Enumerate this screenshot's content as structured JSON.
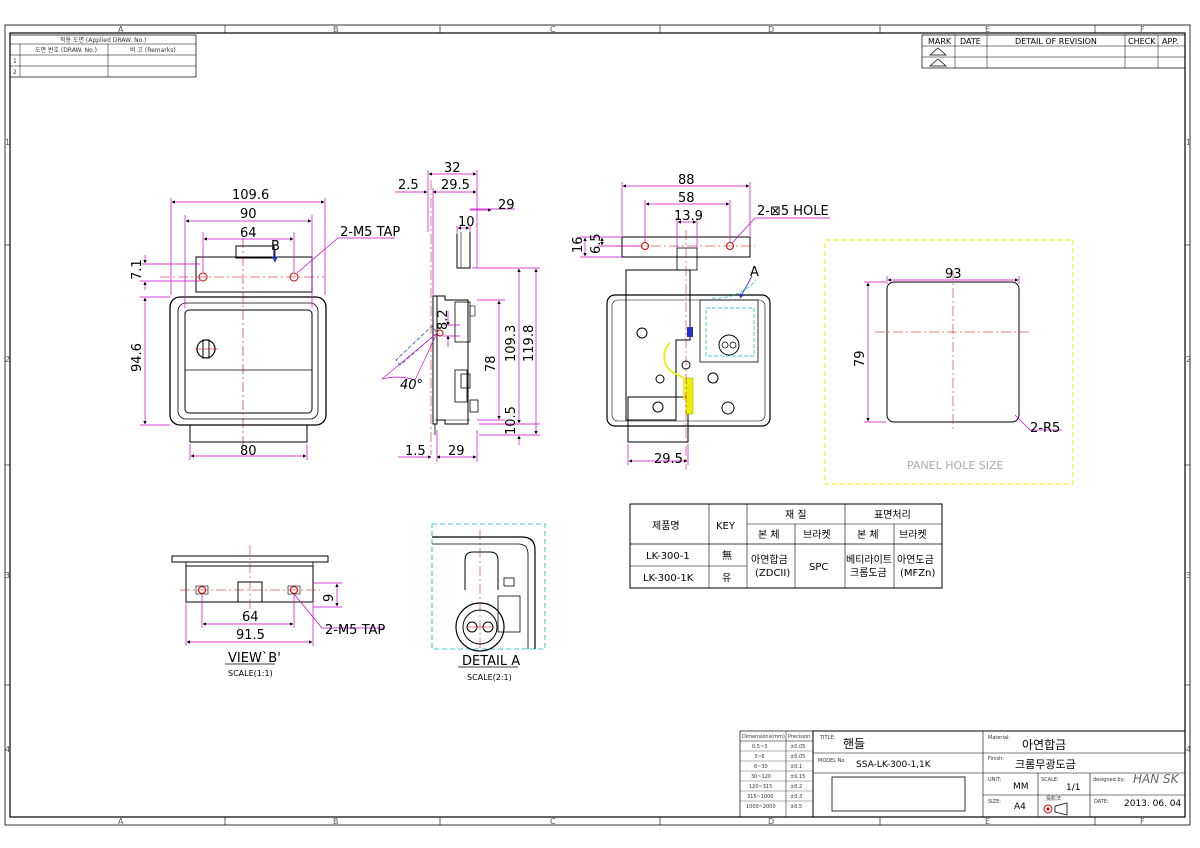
{
  "border": {
    "cols": [
      "A",
      "B",
      "C",
      "D",
      "E",
      "F"
    ],
    "rows": [
      "1",
      "2",
      "3",
      "4"
    ]
  },
  "applied": {
    "title": "적용 도면 (Applied DRAW. No.)",
    "col1": "도면 번호 (DRAW. No.)",
    "col2": "비 고 (Remarks)",
    "rows": [
      "1",
      "2"
    ]
  },
  "revision": {
    "headers": [
      "MARK",
      "DATE",
      "DETAIL OF REVISION",
      "CHECK",
      "APP."
    ]
  },
  "dims": {
    "front": {
      "w1": "109.6",
      "w2": "90",
      "w3": "64",
      "w4": "80",
      "h1": "7.1",
      "h2": "94.6",
      "tap": "2-M5 TAP",
      "view": "B"
    },
    "side": {
      "d1": "32",
      "d2": "2.5",
      "d3": "29.5",
      "d4": "29",
      "d5": "10",
      "d6": "8.2",
      "d7": "78",
      "d8": "109.3",
      "d9": "119.8",
      "d10": "10.5",
      "d11": "1.5",
      "d12": "29",
      "angle": "40°"
    },
    "rear": {
      "w1": "88",
      "w2": "58",
      "w3": "13.9",
      "h1": "16",
      "h2": "6.5",
      "hole": "2-⊠5 HOLE",
      "w4": "29.5",
      "detail": "A"
    },
    "panel": {
      "w": "93",
      "h": "79",
      "r": "2-R5",
      "label": "PANEL HOLE SIZE"
    },
    "viewb": {
      "w1": "64",
      "w2": "91.5",
      "h": "9",
      "tap": "2-M5 TAP",
      "title": "VIEW`B'",
      "scale": "SCALE(1:1)"
    },
    "detail": {
      "title": "DETAIL A",
      "scale": "SCALE(2:1)"
    }
  },
  "spec": {
    "h_name": "제품명",
    "h_key": "KEY",
    "h_mat": "재 질",
    "h_fin": "표면처리",
    "sub_body": "본 체",
    "sub_bracket": "브라켓",
    "sub_body2": "본 체",
    "sub_bracket2": "브라켓",
    "rows": [
      {
        "name": "LK-300-1",
        "key": "無"
      },
      {
        "name": "LK-300-1K",
        "key": "유"
      }
    ],
    "mat_body_1": "아연합금",
    "mat_body_2": "(ZDCII)",
    "mat_bracket": "SPC",
    "fin_body_1": "베티라이트",
    "fin_body_2": "크롬도금",
    "fin_bracket_1": "아연도금",
    "fin_bracket_2": "(MFZn)"
  },
  "tolerance": {
    "header_1": "Dimensions(mm)",
    "header_2": "Precision",
    "rows": [
      [
        "0.5~3",
        "±0.05"
      ],
      [
        "3~6",
        "±0.05"
      ],
      [
        "6~30",
        "±0.1"
      ],
      [
        "30~120",
        "±0.15"
      ],
      [
        "120~315",
        "±0.2"
      ],
      [
        "315~1000",
        "±0.3"
      ],
      [
        "1000~2000",
        "±0.5"
      ]
    ]
  },
  "titleblock": {
    "title_label": "TITLE:",
    "title": "핸들",
    "model_label": "MODEL No.",
    "model": "SSA-LK-300-1,1K",
    "material_label": "Material:",
    "material": "아연합금",
    "finish_label": "Finish:",
    "finish": "크롬무광도금",
    "unit_label": "UNIT:",
    "unit": "MM",
    "scale_label": "SCALE:",
    "scale": "1/1",
    "designed_label": "designed by:",
    "designed": "HAN SK",
    "size_label": "SIZE:",
    "size": "A4",
    "projection_label": "投影法",
    "date_label": "DATE:",
    "date": "2013. 06. 04"
  }
}
